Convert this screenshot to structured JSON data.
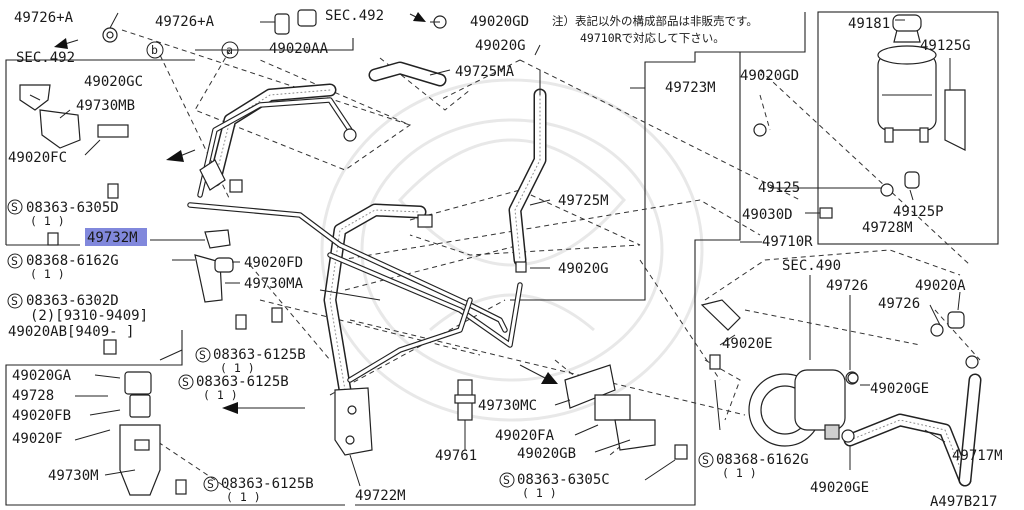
{
  "diagram_id": "A497B217",
  "note_jp": [
    "注）表記以外の構成部品は非販売です。",
    "49710Rで対応して下さい。"
  ],
  "callouts": {
    "l49726A_top": "49726+A",
    "l49726A_2": "49726+A",
    "sec492_a": "SEC.492",
    "sec492_b": "SEC.492",
    "l49020GD_top": "49020GD",
    "l49020AA": "49020AA",
    "l49020G": "49020G",
    "l49725MA": "49725MA",
    "l49723M": "49723M",
    "l49020GC": "49020GC",
    "l49730MB": "49730MB",
    "l49020FC": "49020FC",
    "l08363_6305D": "08363-6305D",
    "l08363_6305D_q": "( 1 )",
    "l49732M": "49732M",
    "l08368_6162G": "08368-6162G",
    "l08368_6162G_q": "( 1 )",
    "l49020FD": "49020FD",
    "l49730MA": "49730MA",
    "l08363_6302D": "08363-6302D",
    "l08363_6302D_q": "(2)[9310-9409]",
    "l49020AB": "49020AB[9409-     ]",
    "l08363_6125B_a": "08363-6125B",
    "l08363_6125B_a_q": "( 1 )",
    "l08363_6125B_b": "08363-6125B",
    "l08363_6125B_b_q": "( 1 )",
    "l49725M": "49725M",
    "l49020G_mid": "49020G",
    "l49710R": "49710R",
    "l49020GD_r": "49020GD",
    "l49181": "49181",
    "l49125G": "49125G",
    "l49125": "49125",
    "l49030D": "49030D",
    "l49125P": "49125P",
    "l49728M": "49728M",
    "lSEC490": "SEC.490",
    "l49726_a": "49726",
    "l49726_b": "49726",
    "l49020A": "49020A",
    "l49020E": "49020E",
    "l49020GE_a": "49020GE",
    "l49020GA": "49020GA",
    "l49728": "49728",
    "l49020FB": "49020FB",
    "l49020F": "49020F",
    "l49730M": "49730M",
    "l08363_6125B_c": "08363-6125B",
    "l08363_6125B_c_q": "( 1 )",
    "l49722M": "49722M",
    "l49761": "49761",
    "l49730MC": "49730MC",
    "l49020FA": "49020FA",
    "l49020GB": "49020GB",
    "l08363_6305C": "08363-6305C",
    "l08363_6305C_q": "( 1 )",
    "l08368_6162G_r": "08368-6162G",
    "l08368_6162G_r_q": "( 1 )",
    "l49717M": "49717M",
    "l49020GE_b": "49020GE",
    "marker_a": "a",
    "marker_b": "b",
    "s": "S"
  },
  "highlight_color": "#6b73d6"
}
